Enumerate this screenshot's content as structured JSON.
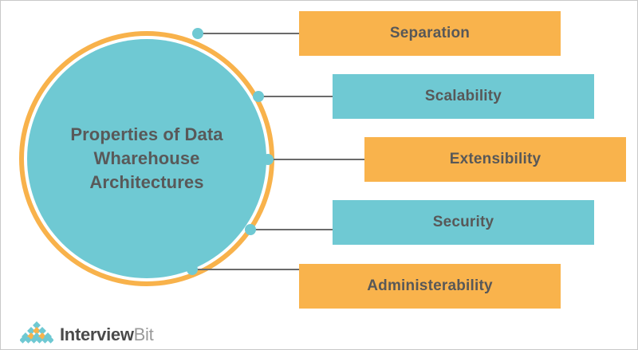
{
  "diagram": {
    "hub": {
      "label": "Properties of Data Wharehouse Architectures",
      "fill_color": "#6FC9D3",
      "ring_color": "#F8B24B"
    },
    "connector": {
      "dot_color": "#6FC9D3",
      "line_color": "#6b6b6b"
    },
    "items": [
      {
        "label": "Separation",
        "color": "#F9B34C",
        "style": "orange"
      },
      {
        "label": "Scalability",
        "color": "#6FC9D3",
        "style": "teal"
      },
      {
        "label": "Extensibility",
        "color": "#F9B34C",
        "style": "orange"
      },
      {
        "label": "Security",
        "color": "#6FC9D3",
        "style": "teal"
      },
      {
        "label": "Administerability",
        "color": "#F9B34C",
        "style": "orange"
      }
    ]
  },
  "logo": {
    "primary_text": "Interview",
    "secondary_text": "Bit",
    "mark_name": "interviewbit-diamond-mark",
    "mark_teal": "#6FC9D3",
    "mark_orange": "#F9B34C"
  }
}
